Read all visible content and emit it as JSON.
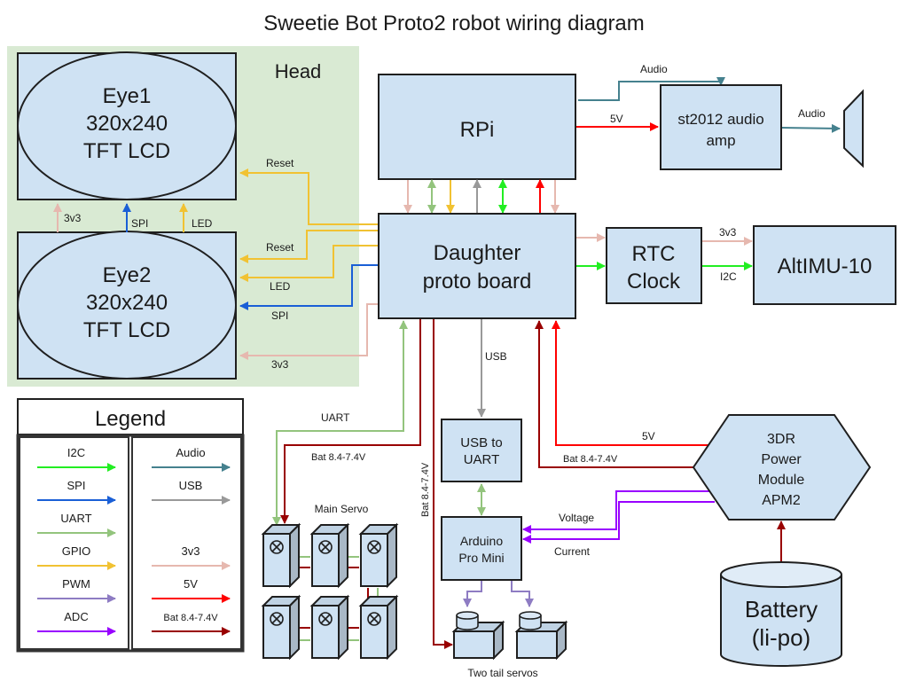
{
  "title": "Sweetie Bot Proto2 robot wiring diagram",
  "colors": {
    "i2c": "#22ee22",
    "spi": "#1a5fd6",
    "uart": "#93c47d",
    "gpio": "#f1c232",
    "pwm": "#8e7cc3",
    "adc": "#9900ff",
    "audio": "#45818e",
    "usb": "#999999",
    "v3v3": "#e6b8af",
    "v5": "#ff0000",
    "bat": "#990000",
    "head_bg": "#d9ead3",
    "box_fill": "#cfe2f3"
  },
  "head": {
    "label": "Head",
    "eye1": [
      "Eye1",
      "320x240",
      "TFT LCD"
    ],
    "eye2": [
      "Eye2",
      "320x240",
      "TFT LCD"
    ],
    "between_eyes": {
      "v3v3": "3v3",
      "spi": "SPI",
      "led": "LED"
    },
    "to_eyes": {
      "reset1": "Reset",
      "reset2": "Reset",
      "led": "LED",
      "spi": "SPI",
      "v3v3": "3v3"
    }
  },
  "rpi": {
    "label": "RPi",
    "out_5v": "5V",
    "out_audio": "Audio"
  },
  "amp": {
    "lines": [
      "st2012 audio",
      "amp"
    ],
    "out_audio": "Audio"
  },
  "speaker": {
    "icon": "speaker-icon"
  },
  "daughter": {
    "lines": [
      "Daughter",
      "proto board"
    ],
    "usb": "USB",
    "uart": "UART",
    "bat1": "Bat 8.4-7.4V",
    "bat2": "Bat 8.4-7.4V"
  },
  "rtc": {
    "lines": [
      "RTC",
      "Clock"
    ],
    "v3v3": "3v3",
    "i2c": "I2C"
  },
  "imu": {
    "label": "AltIMU-10"
  },
  "usb_uart": {
    "lines": [
      "USB to",
      "UART"
    ]
  },
  "arduino": {
    "lines": [
      "Arduino",
      "Pro Mini"
    ]
  },
  "power_module": {
    "lines": [
      "3DR",
      "Power",
      "Module",
      "APM2"
    ],
    "out_5v": "5V",
    "out_bat": "Bat 8.4-7.4V",
    "voltage": "Voltage",
    "current": "Current"
  },
  "battery": {
    "lines": [
      "Battery",
      "(li-po)"
    ]
  },
  "main_servo": {
    "label": "Main Servo",
    "count": 6
  },
  "tail_servos": {
    "label": "Two tail servos",
    "count": 2
  },
  "legend": {
    "title": "Legend",
    "left": [
      {
        "label": "I2C",
        "color_key": "i2c"
      },
      {
        "label": "SPI",
        "color_key": "spi"
      },
      {
        "label": "UART",
        "color_key": "uart"
      },
      {
        "label": "GPIO",
        "color_key": "gpio"
      },
      {
        "label": "PWM",
        "color_key": "pwm"
      },
      {
        "label": "ADC",
        "color_key": "adc"
      }
    ],
    "right": [
      {
        "label": "Audio",
        "color_key": "audio"
      },
      {
        "label": "USB",
        "color_key": "usb"
      },
      {
        "label": "",
        "color_key": ""
      },
      {
        "label": "3v3",
        "color_key": "v3v3"
      },
      {
        "label": "5V",
        "color_key": "v5"
      },
      {
        "label": "Bat 8.4-7.4V",
        "color_key": "bat"
      }
    ]
  }
}
